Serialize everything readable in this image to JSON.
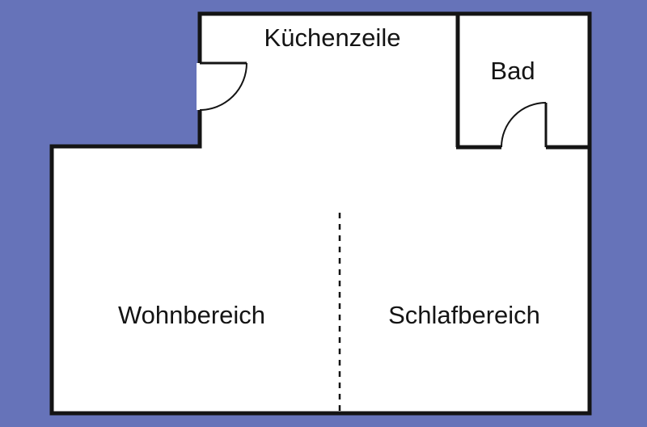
{
  "meta": {
    "type": "apartment-floor-plan"
  },
  "rooms": {
    "kitchen": {
      "label": "Küchenzeile"
    },
    "bath": {
      "label": "Bad"
    },
    "living": {
      "label": "Wohnbereich"
    },
    "sleeping": {
      "label": "Schlafbereich"
    }
  },
  "colors": {
    "background": "#6673b9",
    "floor": "#ffffff",
    "wall": "#141414",
    "text": "#141414"
  }
}
